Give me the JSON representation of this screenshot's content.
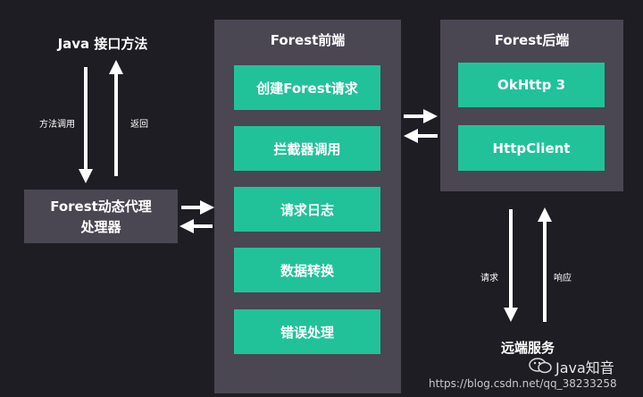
{
  "java_method": {
    "title": "Java 接口方法",
    "call_label": "方法调用",
    "return_label": "返回"
  },
  "proxy": {
    "line1": "Forest动态代理",
    "line2": "处理器"
  },
  "frontend": {
    "title": "Forest前端",
    "steps": [
      "创建Forest请求",
      "拦截器调用",
      "请求日志",
      "数据转换",
      "错误处理"
    ]
  },
  "backend": {
    "title": "Forest后端",
    "items": [
      "OkHttp 3",
      "HttpClient"
    ]
  },
  "remote": {
    "title": "远端服务",
    "request_label": "请求",
    "response_label": "响应"
  },
  "watermark": {
    "name": "Java知音",
    "url": "https://blog.csdn.net/qq_38233258"
  },
  "colors": {
    "background": "#1e1d24",
    "panel": "#4a4652",
    "accent": "#21c29a",
    "text": "#ffffff"
  }
}
